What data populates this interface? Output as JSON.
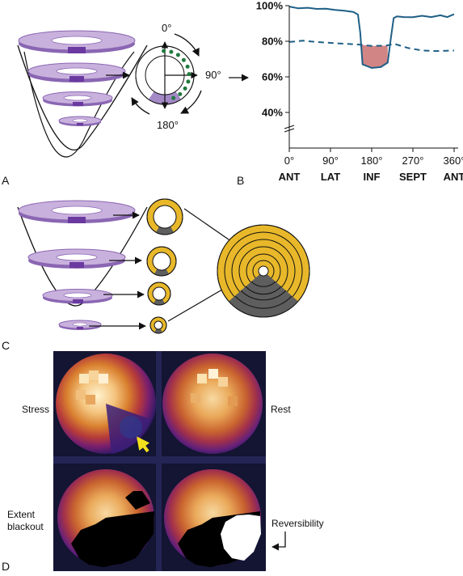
{
  "panels": {
    "a": "A",
    "b": "B",
    "c": "C",
    "d": "D"
  },
  "panel_a": {
    "angle_top": "0°",
    "angle_right": "90°",
    "angle_bottom": "180°"
  },
  "chart_data": {
    "type": "line",
    "title": "",
    "y_tick_labels": [
      "100%",
      "80%",
      "60%",
      "40%"
    ],
    "y_ticks": [
      100,
      80,
      60,
      40
    ],
    "x_tick_labels": [
      "0°",
      "90°",
      "180°",
      "270°",
      "360°"
    ],
    "x_ticks": [
      0,
      90,
      180,
      270,
      360
    ],
    "x_region_labels": [
      "ANT",
      "LAT",
      "INF",
      "SEPT",
      "ANT"
    ],
    "xlim": [
      0,
      360
    ],
    "ylim": [
      30,
      100
    ],
    "axis_break": true,
    "series": [
      {
        "style": "solid",
        "color": "#1f5f86",
        "x": [
          0,
          20,
          40,
          60,
          80,
          100,
          120,
          140,
          150,
          155,
          160,
          180,
          200,
          215,
          222,
          228,
          235,
          250,
          270,
          290,
          310,
          330,
          345,
          360
        ],
        "y": [
          99.5,
          98.5,
          98.8,
          98.2,
          98.3,
          97.6,
          97.2,
          96.5,
          95,
          85,
          67,
          65,
          65.5,
          68,
          82,
          93,
          94,
          93.6,
          93.5,
          94.3,
          93.6,
          94.6,
          93.6,
          95.2
        ]
      },
      {
        "style": "dashed",
        "color": "#1f5f86",
        "x": [
          0,
          30,
          60,
          90,
          120,
          150,
          180,
          210,
          230,
          260,
          290,
          320,
          360
        ],
        "y": [
          79.6,
          80.3,
          79.6,
          79.1,
          78.6,
          78.2,
          77.4,
          77.5,
          78.5,
          76.2,
          74.8,
          74.5,
          74.8
        ]
      }
    ],
    "shaded_region": {
      "from": 155,
      "to": 215,
      "color": "#d18585"
    }
  },
  "panel_d": {
    "stress": "Stress",
    "rest": "Rest",
    "extent_line1": "Extent",
    "extent_line2": "blackout",
    "reversibility": "Reversibility"
  },
  "colors": {
    "disc_fill": "#c9b1dd",
    "disc_stroke": "#8a66b3",
    "segment": "#6a3aa0",
    "dots": "#1f7a3e",
    "myocardium": "#e8b82a",
    "defect": "#5e5e5e",
    "arrow_yellow": "#f2e01c"
  }
}
